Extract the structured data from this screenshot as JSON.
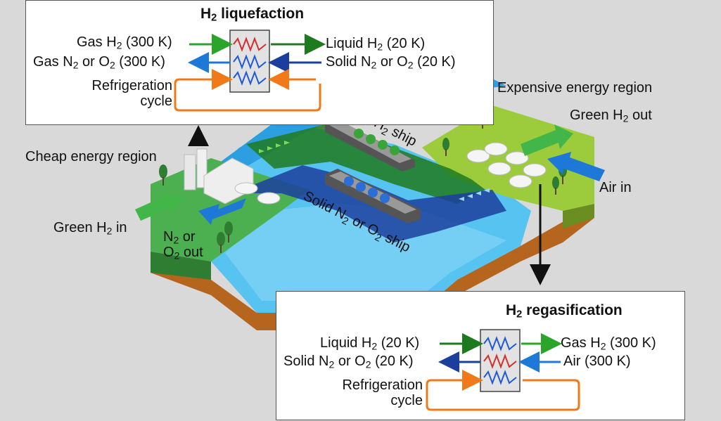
{
  "liquefaction": {
    "title_pre": "H",
    "title_sub": "2",
    "title_post": " liquefaction",
    "in1_pre": "Gas H",
    "in1_sub": "2",
    "in1_post": " (300 K)",
    "in2_pre": "Gas N",
    "in2_sub": "2",
    "in2_mid": " or O",
    "in2_sub2": "2",
    "in2_post": " (300 K)",
    "out1_pre": "Liquid H",
    "out1_sub": "2",
    "out1_post": " (20 K)",
    "out2_pre": "Solid N",
    "out2_sub": "2",
    "out2_mid": " or O",
    "out2_sub2": "2",
    "out2_post": " (20 K)",
    "cycle_line1": "Refrigeration",
    "cycle_line2": "cycle"
  },
  "regasification": {
    "title_pre": "H",
    "title_sub": "2",
    "title_post": " regasification",
    "in1_pre": "Liquid H",
    "in1_sub": "2",
    "in1_post": " (20 K)",
    "in2_pre": "Solid N",
    "in2_sub": "2",
    "in2_mid": " or O",
    "in2_sub2": "2",
    "in2_post": " (20 K)",
    "out1_pre": "Gas H",
    "out1_sub": "2",
    "out1_post": " (300 K)",
    "out2": "Air (300 K)",
    "cycle_line1": "Refrigeration",
    "cycle_line2": "cycle"
  },
  "map": {
    "cheap_region": "Cheap energy region",
    "expensive_region": "Expensive energy region",
    "green_in_pre": "Green H",
    "green_in_sub": "2",
    "green_in_post": " in",
    "green_out_pre": "Green H",
    "green_out_sub": "2",
    "green_out_post": " out",
    "air_in": "Air in",
    "n2_line1_pre": "N",
    "n2_line1_sub": "2",
    "n2_line1_post": " or",
    "n2_line2_pre": "O",
    "n2_line2_sub": "2",
    "n2_line2_post": " out",
    "liquid_ship_pre": "Liquid H",
    "liquid_ship_sub": "2",
    "liquid_ship_post": " ship",
    "solid_ship_pre": "Solid N",
    "solid_ship_sub": "2",
    "solid_ship_mid": " or O",
    "solid_ship_sub2": "2",
    "solid_ship_post": " ship"
  },
  "colors": {
    "green_stream": "#2aa52a",
    "dark_green_stream": "#1e7a1e",
    "blue_stream": "#1e78d8",
    "dark_blue_stream": "#1c3f9e",
    "orange_cycle": "#f07a1a",
    "land_green": "#4caf50",
    "land_lime": "#9ccc3c",
    "water": "#56c3f0",
    "soil": "#b5651d"
  }
}
